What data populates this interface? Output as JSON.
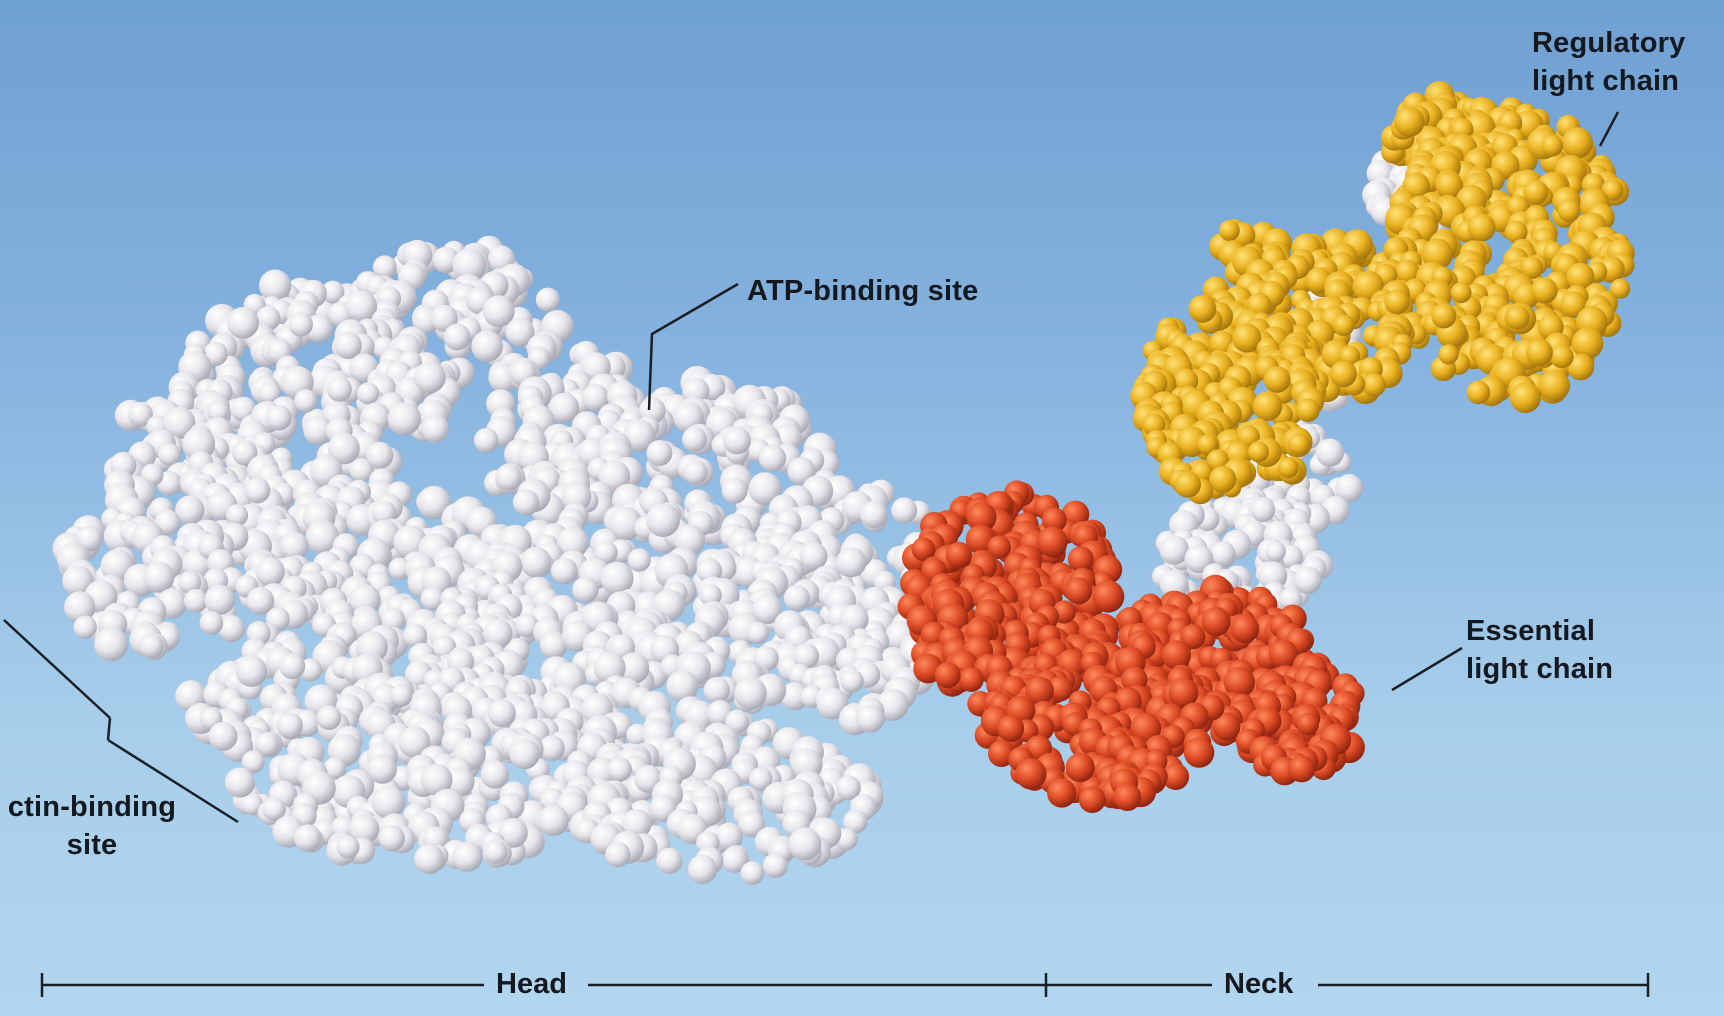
{
  "labels": {
    "regulatory": "Regulatory\nlight chain",
    "atp": "ATP-binding site",
    "essential": "Essential\nlight chain",
    "actin": "ctin-binding\nsite",
    "head": "Head",
    "neck": "Neck"
  },
  "colors": {
    "background_top": "#6fa0d2",
    "background_bottom": "#b2d6ef",
    "heavy_chain": "#e8e6ea",
    "essential_light_chain": "#dc4a24",
    "regulatory_light_chain": "#e9b11f",
    "leader_lines": "#1a1f26"
  }
}
